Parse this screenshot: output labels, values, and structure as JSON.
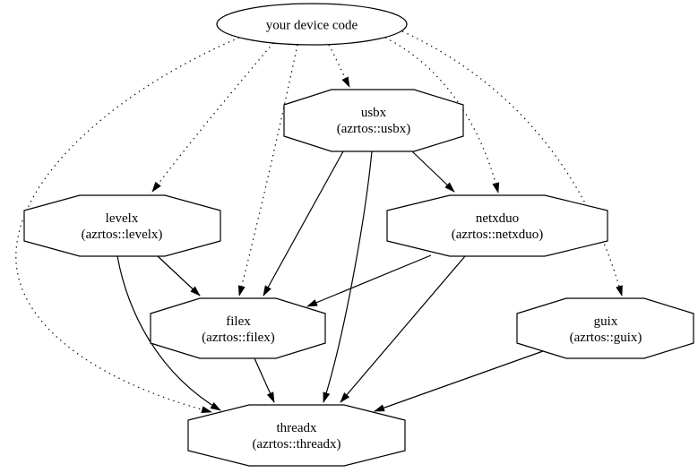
{
  "diagram": {
    "type": "dependency-graph",
    "background_color": "#ffffff",
    "line_color": "#000000",
    "node_fill_color": "#ffffff",
    "nodes": {
      "device": {
        "label": "your device code",
        "shape": "ellipse"
      },
      "usbx": {
        "label": "usbx",
        "sublabel": "(azrtos::usbx)",
        "shape": "octagon"
      },
      "levelx": {
        "label": "levelx",
        "sublabel": "(azrtos::levelx)",
        "shape": "octagon"
      },
      "netxduo": {
        "label": "netxduo",
        "sublabel": "(azrtos::netxduo)",
        "shape": "octagon"
      },
      "filex": {
        "label": "filex",
        "sublabel": "(azrtos::filex)",
        "shape": "octagon"
      },
      "guix": {
        "label": "guix",
        "sublabel": "(azrtos::guix)",
        "shape": "octagon"
      },
      "threadx": {
        "label": "threadx",
        "sublabel": "(azrtos::threadx)",
        "shape": "octagon"
      }
    },
    "edges": [
      {
        "from": "your device code",
        "to": "usbx",
        "style": "dotted"
      },
      {
        "from": "your device code",
        "to": "levelx",
        "style": "dotted"
      },
      {
        "from": "your device code",
        "to": "filex",
        "style": "dotted"
      },
      {
        "from": "your device code",
        "to": "netxduo",
        "style": "dotted"
      },
      {
        "from": "your device code",
        "to": "guix",
        "style": "dotted"
      },
      {
        "from": "your device code",
        "to": "threadx",
        "style": "dotted"
      },
      {
        "from": "usbx",
        "to": "netxduo",
        "style": "solid"
      },
      {
        "from": "usbx",
        "to": "filex",
        "style": "solid"
      },
      {
        "from": "usbx",
        "to": "threadx",
        "style": "solid"
      },
      {
        "from": "levelx",
        "to": "filex",
        "style": "solid"
      },
      {
        "from": "levelx",
        "to": "threadx",
        "style": "solid"
      },
      {
        "from": "netxduo",
        "to": "filex",
        "style": "solid"
      },
      {
        "from": "netxduo",
        "to": "threadx",
        "style": "solid"
      },
      {
        "from": "filex",
        "to": "threadx",
        "style": "solid"
      },
      {
        "from": "guix",
        "to": "threadx",
        "style": "solid"
      }
    ]
  }
}
